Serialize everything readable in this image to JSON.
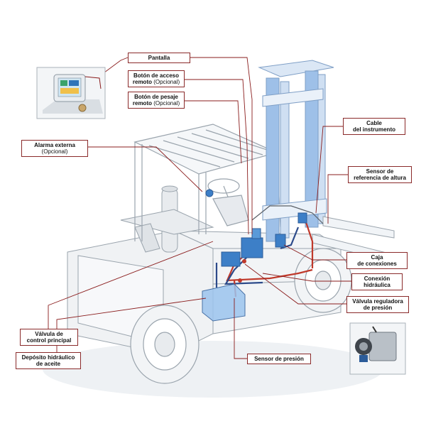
{
  "colors": {
    "leader": "#8a1c1c",
    "hose_red": "#c0392b",
    "hose_blue": "#2c4a8a",
    "component_blue": "#3d7fc7",
    "mast_blue": "#9ec0e8",
    "sketch": "#9aa4ad"
  },
  "labels": {
    "pantalla": {
      "line1": "Pantalla"
    },
    "boton_acceso": {
      "line1": "Botón de acceso",
      "line2_bold": "remoto",
      "line2_normal": " (Opcional)"
    },
    "boton_pesaje": {
      "line1": "Botón de pesaje",
      "line2_bold": "remoto",
      "line2_normal": " (Opcional)"
    },
    "alarma_externa": {
      "line1": "Alarma externa",
      "line2": "(Opcional)"
    },
    "cable": {
      "line1": "Cable",
      "line2": "del instrumento"
    },
    "sensor_ref": {
      "line1": "Sensor de",
      "line2": "referencia de altura"
    },
    "caja": {
      "line1": "Caja",
      "line2": "de conexiones"
    },
    "conexion": {
      "line1": "Conexión",
      "line2": "hidráulica"
    },
    "valvula_reg": {
      "line1": "Válvula reguladora",
      "line2": "de presión"
    },
    "valvula_ctrl": {
      "line1": "Válvula de",
      "line2": "control principal"
    },
    "deposito": {
      "line1": "Depósito hidráulico",
      "line2": "de aceite"
    },
    "sensor_presion": {
      "line1": "Sensor de presión"
    }
  },
  "inset_display": {
    "icon": "weighing-display-icon"
  },
  "inset_sensor": {
    "icon": "pressure-sensor-icon"
  }
}
